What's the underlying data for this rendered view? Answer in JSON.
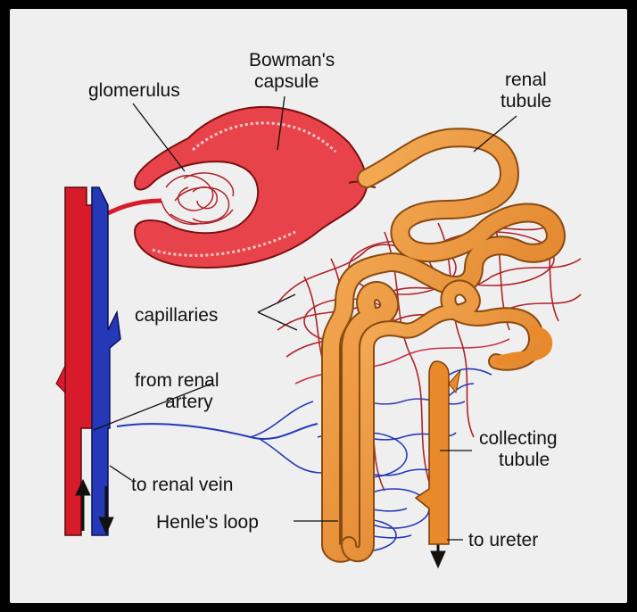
{
  "labels": {
    "glomerulus": "glomerulus",
    "bowmans_line1": "Bowman's",
    "bowmans_line2": "capsule",
    "renal_line1": "renal",
    "renal_line2": "tubule",
    "capillaries": "capillaries",
    "artery_line1": "from renal",
    "artery_line2": "artery",
    "collecting_line1": "collecting",
    "collecting_line2": "tubule",
    "vein": "to renal vein",
    "henle": "Henle's loop",
    "ureter": "to ureter"
  },
  "colors": {
    "background": "#efefef",
    "frame": "#000000",
    "artery": "#d81b2a",
    "vein": "#2538b8",
    "capsule": "#e8434a",
    "tubule": "#e88a2c",
    "tubule_highlight": "#f6b05a",
    "capillary": "#b0222a"
  }
}
